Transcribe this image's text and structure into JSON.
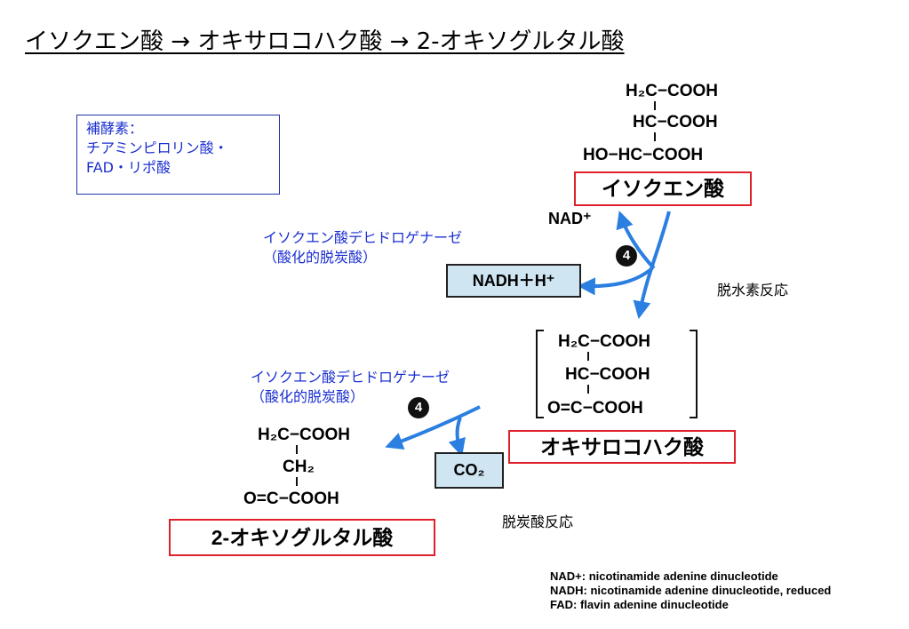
{
  "title": "イソクエン酸 → オキサロコハク酸 → 2-オキソグルタル酸",
  "cofactor": {
    "line1": "補酵素：",
    "line2": "チアミンピロリン酸・",
    "line3": "FAD・リポ酸"
  },
  "isocitrate": {
    "row1": "H₂C−COOH",
    "row2": "HC−COOH",
    "row3": "HO−HC−COOH",
    "name": "イソクエン酸"
  },
  "oxalosuccinate": {
    "row1": "H₂C−COOH",
    "row2": "HC−COOH",
    "row3": "O=C−COOH",
    "name": "オキサロコハク酸"
  },
  "oxoglutarate": {
    "row1": "H₂C−COOH",
    "row2": "CH₂",
    "row3": "O=C−COOH",
    "name": "2-オキソグルタル酸"
  },
  "enzyme1": {
    "line1": "イソクエン酸デヒドロゲナーゼ",
    "line2": "（酸化的脱炭酸）"
  },
  "enzyme2": {
    "line1": "イソクエン酸デヒドロゲナーゼ",
    "line2": "（酸化的脱炭酸）"
  },
  "nad_plus": "NAD⁺",
  "nadh": "NADH＋H⁺",
  "co2": "CO₂",
  "step_number": "4",
  "reaction1": "脱水素反応",
  "reaction2": "脱炭酸反応",
  "legend": [
    "NAD+:  nicotinamide adenine dinucleotide",
    "NADH:  nicotinamide adenine dinucleotide, reduced",
    "FAD:  flavin adenine dinucleotide"
  ],
  "colors": {
    "arrow": "#2a7fe0",
    "enzyme_text": "#1a2fd0",
    "name_border": "#e0202a",
    "cofactor_box": "#1a2fd0"
  }
}
